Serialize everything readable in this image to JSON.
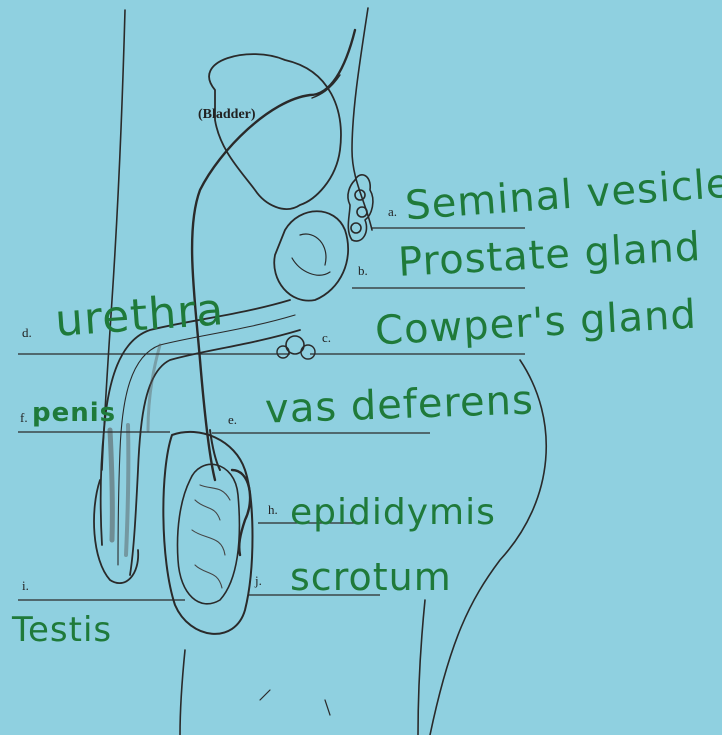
{
  "printed": {
    "bladder": "(Bladder)",
    "letters": {
      "a": "a.",
      "b": "b.",
      "c": "c.",
      "d": "d.",
      "e": "e.",
      "f": "f.",
      "h": "h.",
      "i": "i.",
      "j": "j."
    }
  },
  "answers": {
    "a": "Seminal vesicle",
    "b": "Prostate gland",
    "c": "Cowper's gland",
    "d": "urethra",
    "e": "vas deferens",
    "f": "penis",
    "h": "epididymis",
    "i": "Testis",
    "j": "scrotum"
  },
  "colors": {
    "paper": "#8fd0e0",
    "ink_print": "#222222",
    "ink_handwriting": "#1f7a3a"
  }
}
